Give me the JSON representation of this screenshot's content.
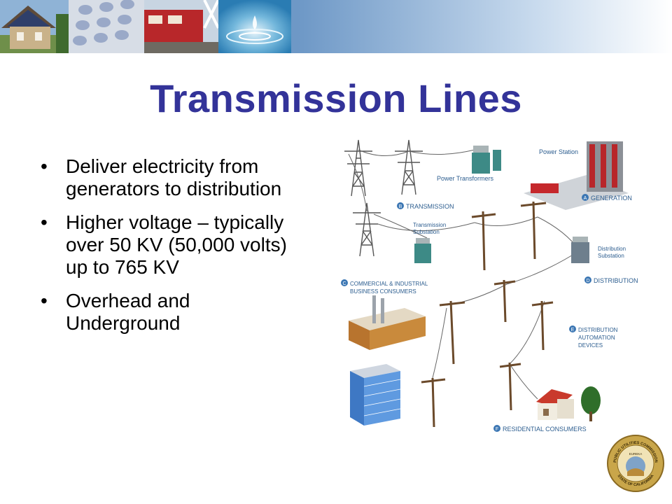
{
  "slide": {
    "title": "Transmission Lines",
    "bullets": [
      "Deliver electricity from generators to distribution",
      "Higher voltage – typically over 50 KV (50,000 volts) up to 765 KV",
      "Overhead and Underground"
    ],
    "bullet_glyph": "•"
  },
  "banner": {
    "photos": [
      "house-solar-photo",
      "phone-keypad-photo",
      "train-crossing-photo",
      "water-drop-photo"
    ],
    "gradient_color": "#4a7fb5"
  },
  "diagram": {
    "labels": {
      "power_station": "Power Station",
      "power_transformers": "Power Transformers",
      "generation": "GENERATION",
      "transmission": "TRANSMISSION",
      "transmission_substation_1": "Transmission",
      "transmission_substation_2": "Substation",
      "distribution_substation_1": "Distribution",
      "distribution_substation_2": "Substation",
      "commercial_1": "COMMERCIAL & INDUSTRIAL",
      "commercial_2": "BUSINESS CONSUMERS",
      "distribution": "DISTRIBUTION",
      "automation_1": "DISTRIBUTION",
      "automation_2": "AUTOMATION",
      "automation_3": "DEVICES",
      "residential": "RESIDENTIAL CONSUMERS"
    },
    "badges": {
      "a": "A",
      "b": "B",
      "c": "C",
      "d": "D",
      "e": "E",
      "f": "F"
    },
    "label_color": "#2c5d8f"
  },
  "seal": {
    "name": "california-puc-seal",
    "text_top": "PUBLIC UTILITIES COMMISSION",
    "text_bottom": "STATE OF CALIFORNIA",
    "motto": "EUREKA"
  }
}
